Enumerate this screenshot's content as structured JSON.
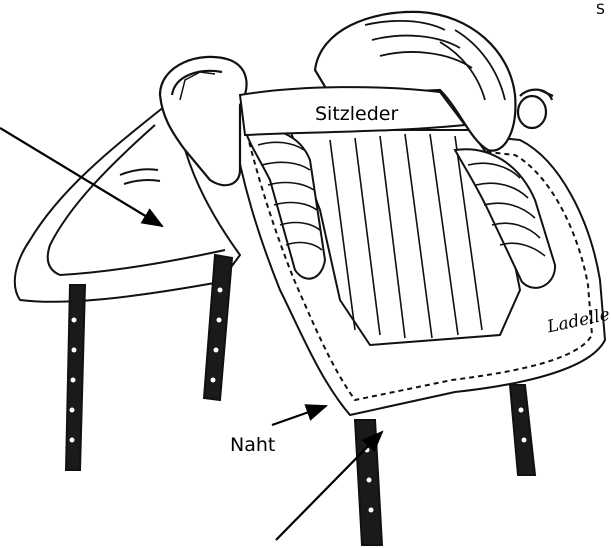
{
  "labels": {
    "sitzleder": "Sitzleder",
    "naht": "Naht",
    "brand": "Ladelle",
    "corner": "S"
  }
}
